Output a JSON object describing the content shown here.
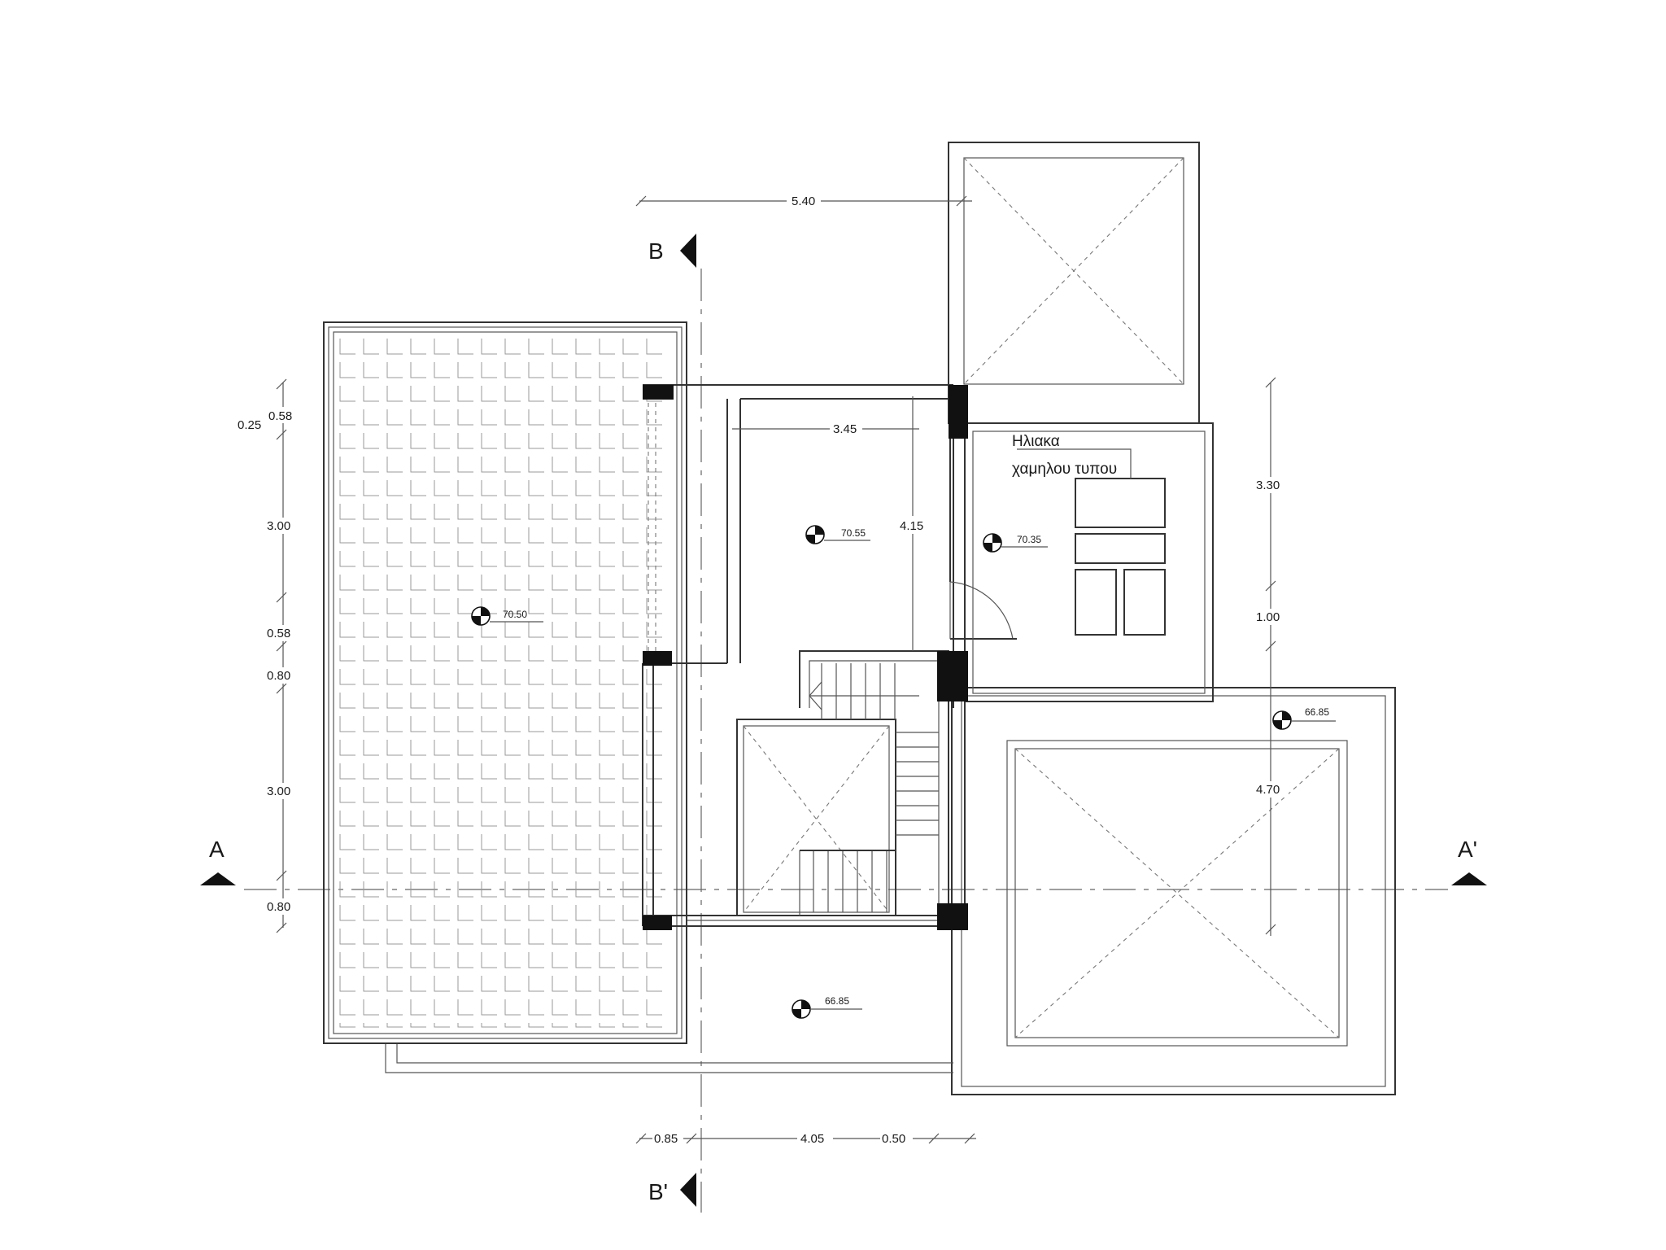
{
  "sections": {
    "b_top": "B",
    "b_bottom": "B'",
    "a_left": "A",
    "a_right": "A'"
  },
  "dimensions": {
    "top_width": "5.40",
    "room_width": "3.45",
    "room_depth": "4.15",
    "left_025": "0.25",
    "left_058_top": "0.58",
    "left_300_top": "3.00",
    "left_058_mid": "0.58",
    "left_080_mid": "0.80",
    "left_300_bottom": "3.00",
    "left_080_bottom": "0.80",
    "right_330": "3.30",
    "right_100": "1.00",
    "right_470": "4.70",
    "bottom_085": "0.85",
    "bottom_405": "4.05",
    "bottom_050": "0.50"
  },
  "levels": {
    "terrace": "70.50",
    "room": "70.55",
    "solar_room": "70.35",
    "roof_right": "66.85",
    "roof_bottom": "66.85"
  },
  "notes": {
    "solar_line1": "Ηλιακα",
    "solar_line2": "χαμηλου τυπου"
  }
}
